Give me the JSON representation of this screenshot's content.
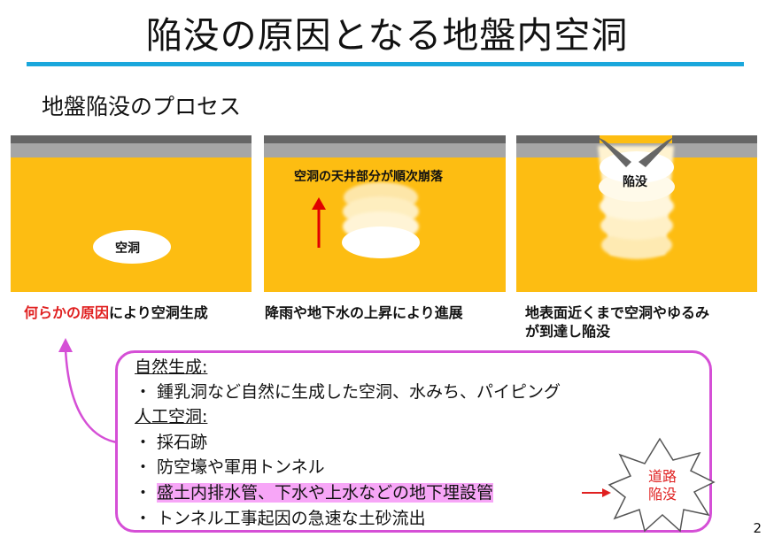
{
  "slide": {
    "title": "陥没の原因となる地盤内空洞",
    "subtitle": "地盤陥没のプロセス",
    "page_number": "2"
  },
  "panels": [
    {
      "inner_label": "空洞",
      "caption_red": "何らかの原因",
      "caption_rest": "により空洞生成"
    },
    {
      "inner_label": "空洞の天井部分が順次崩落",
      "caption": "降雨や地下水の上昇により進展"
    },
    {
      "inner_label": "陥没",
      "caption_line1": "地表面近くまで空洞やゆるみ",
      "caption_line2": "が到達し陥没"
    }
  ],
  "causes": {
    "natural_heading": "自然生成:",
    "natural_item": "・ 鍾乳洞など自然に生成した空洞、水みち、パイピング",
    "artificial_heading": "人工空洞:",
    "items": [
      "・ 採石跡",
      "・ 防空壕や軍用トンネル",
      "・ ",
      "・ トンネル工事起因の急速な土砂流出"
    ],
    "highlighted_item": "盛土内排水管、下水や上水などの地下埋設管"
  },
  "burst": {
    "line1": "道路",
    "line2": "陥没"
  },
  "colors": {
    "accent_rule": "#1aa7dc",
    "soil": "#fdbd12",
    "box_border": "#d54fd6",
    "highlight": "#f7a6f7",
    "red": "#e02020"
  }
}
